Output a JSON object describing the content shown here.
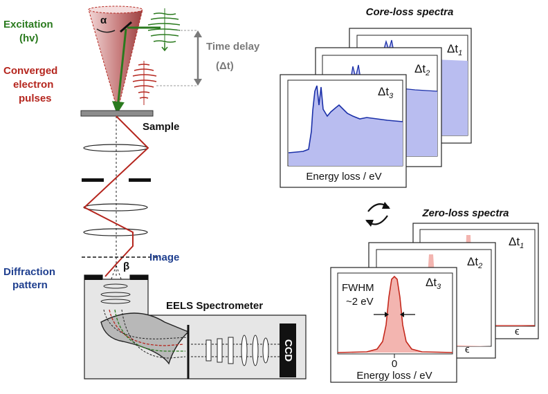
{
  "colors": {
    "excitation": "#2a7a1e",
    "electron": "#b5261e",
    "cone_fill": "#d99a9a",
    "time_delay": "#7a7a7a",
    "image_label": "#1f3f8f",
    "core_loss_line": "#1a2fa8",
    "core_loss_fill": "#b9bdf0",
    "zero_loss_line": "#c4281c",
    "zero_loss_fill": "#f3b5b0",
    "spectrometer_gray": "#e6e6e6"
  },
  "labels": {
    "excitation": "Excitation",
    "excitation_sym": "(hv)",
    "converged_1": "Converged",
    "converged_2": "electron",
    "converged_3": "pulses",
    "time_delay_1": "Time delay",
    "time_delay_2": "(Δt)",
    "alpha": "α",
    "beta": "β",
    "sample": "Sample",
    "image": "Image",
    "diffraction_1": "Diffraction",
    "diffraction_2": "pattern",
    "eels": "EELS Spectrometer",
    "ccd": "CCD"
  },
  "core_loss": {
    "title": "Core-loss spectra",
    "panels": [
      {
        "delay": "Δt",
        "sub": "1"
      },
      {
        "delay": "Δt",
        "sub": "2"
      },
      {
        "delay": "Δt",
        "sub": "3"
      }
    ],
    "xlabel": "Energy loss / eV"
  },
  "zero_loss": {
    "title": "Zero-loss spectra",
    "panels": [
      {
        "delay": "Δt",
        "sub": "1"
      },
      {
        "delay": "Δt",
        "sub": "2"
      },
      {
        "delay": "Δt",
        "sub": "3"
      }
    ],
    "fwhm_1": "FWHM",
    "fwhm_2": "~2 eV",
    "zero_tick": "0",
    "xlabel": "Energy loss / eV",
    "clipped_label": "ϵ"
  }
}
